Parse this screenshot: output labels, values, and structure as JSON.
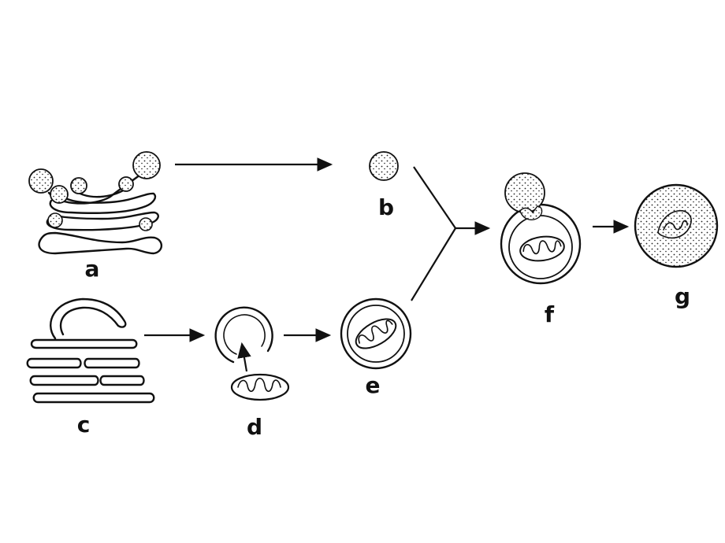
{
  "labels": {
    "a": "a",
    "b": "b",
    "c": "c",
    "d": "d",
    "e": "e",
    "f": "f",
    "g": "g"
  },
  "colors": {
    "ink": "#111111",
    "background": "#ffffff"
  }
}
